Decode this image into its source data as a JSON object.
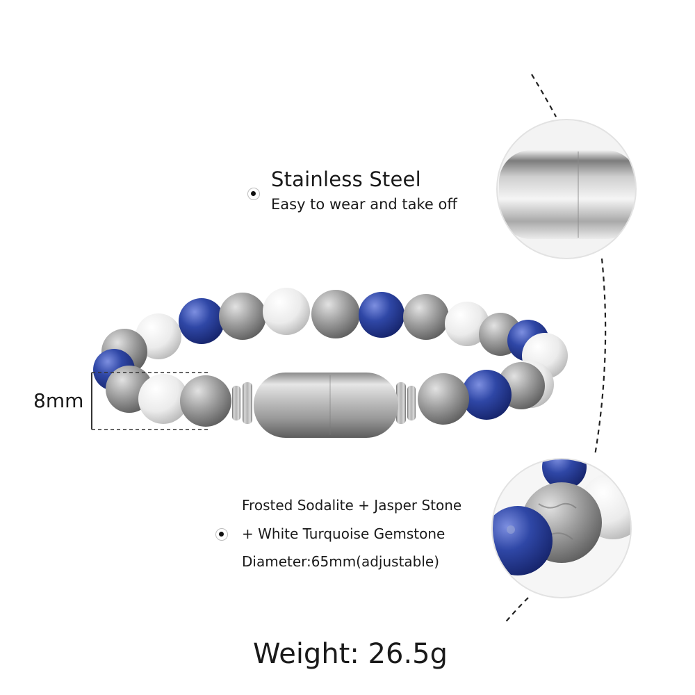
{
  "features": {
    "clasp": {
      "title": "Stainless Steel",
      "subtitle": "Easy to wear and take off"
    },
    "beads": {
      "line1": "Frosted Sodalite + Jasper Stone",
      "line2": "+ White Turquoise Gemstone",
      "line3": "Diameter:65mm(adjustable)"
    }
  },
  "bead_size": "8mm",
  "weight": "Weight: 26.5g",
  "colors": {
    "sodalite": "#2e46a0",
    "jasper": "#9c9c9c",
    "white_turquoise": "#ececec",
    "steel": "#b7b7b7"
  }
}
